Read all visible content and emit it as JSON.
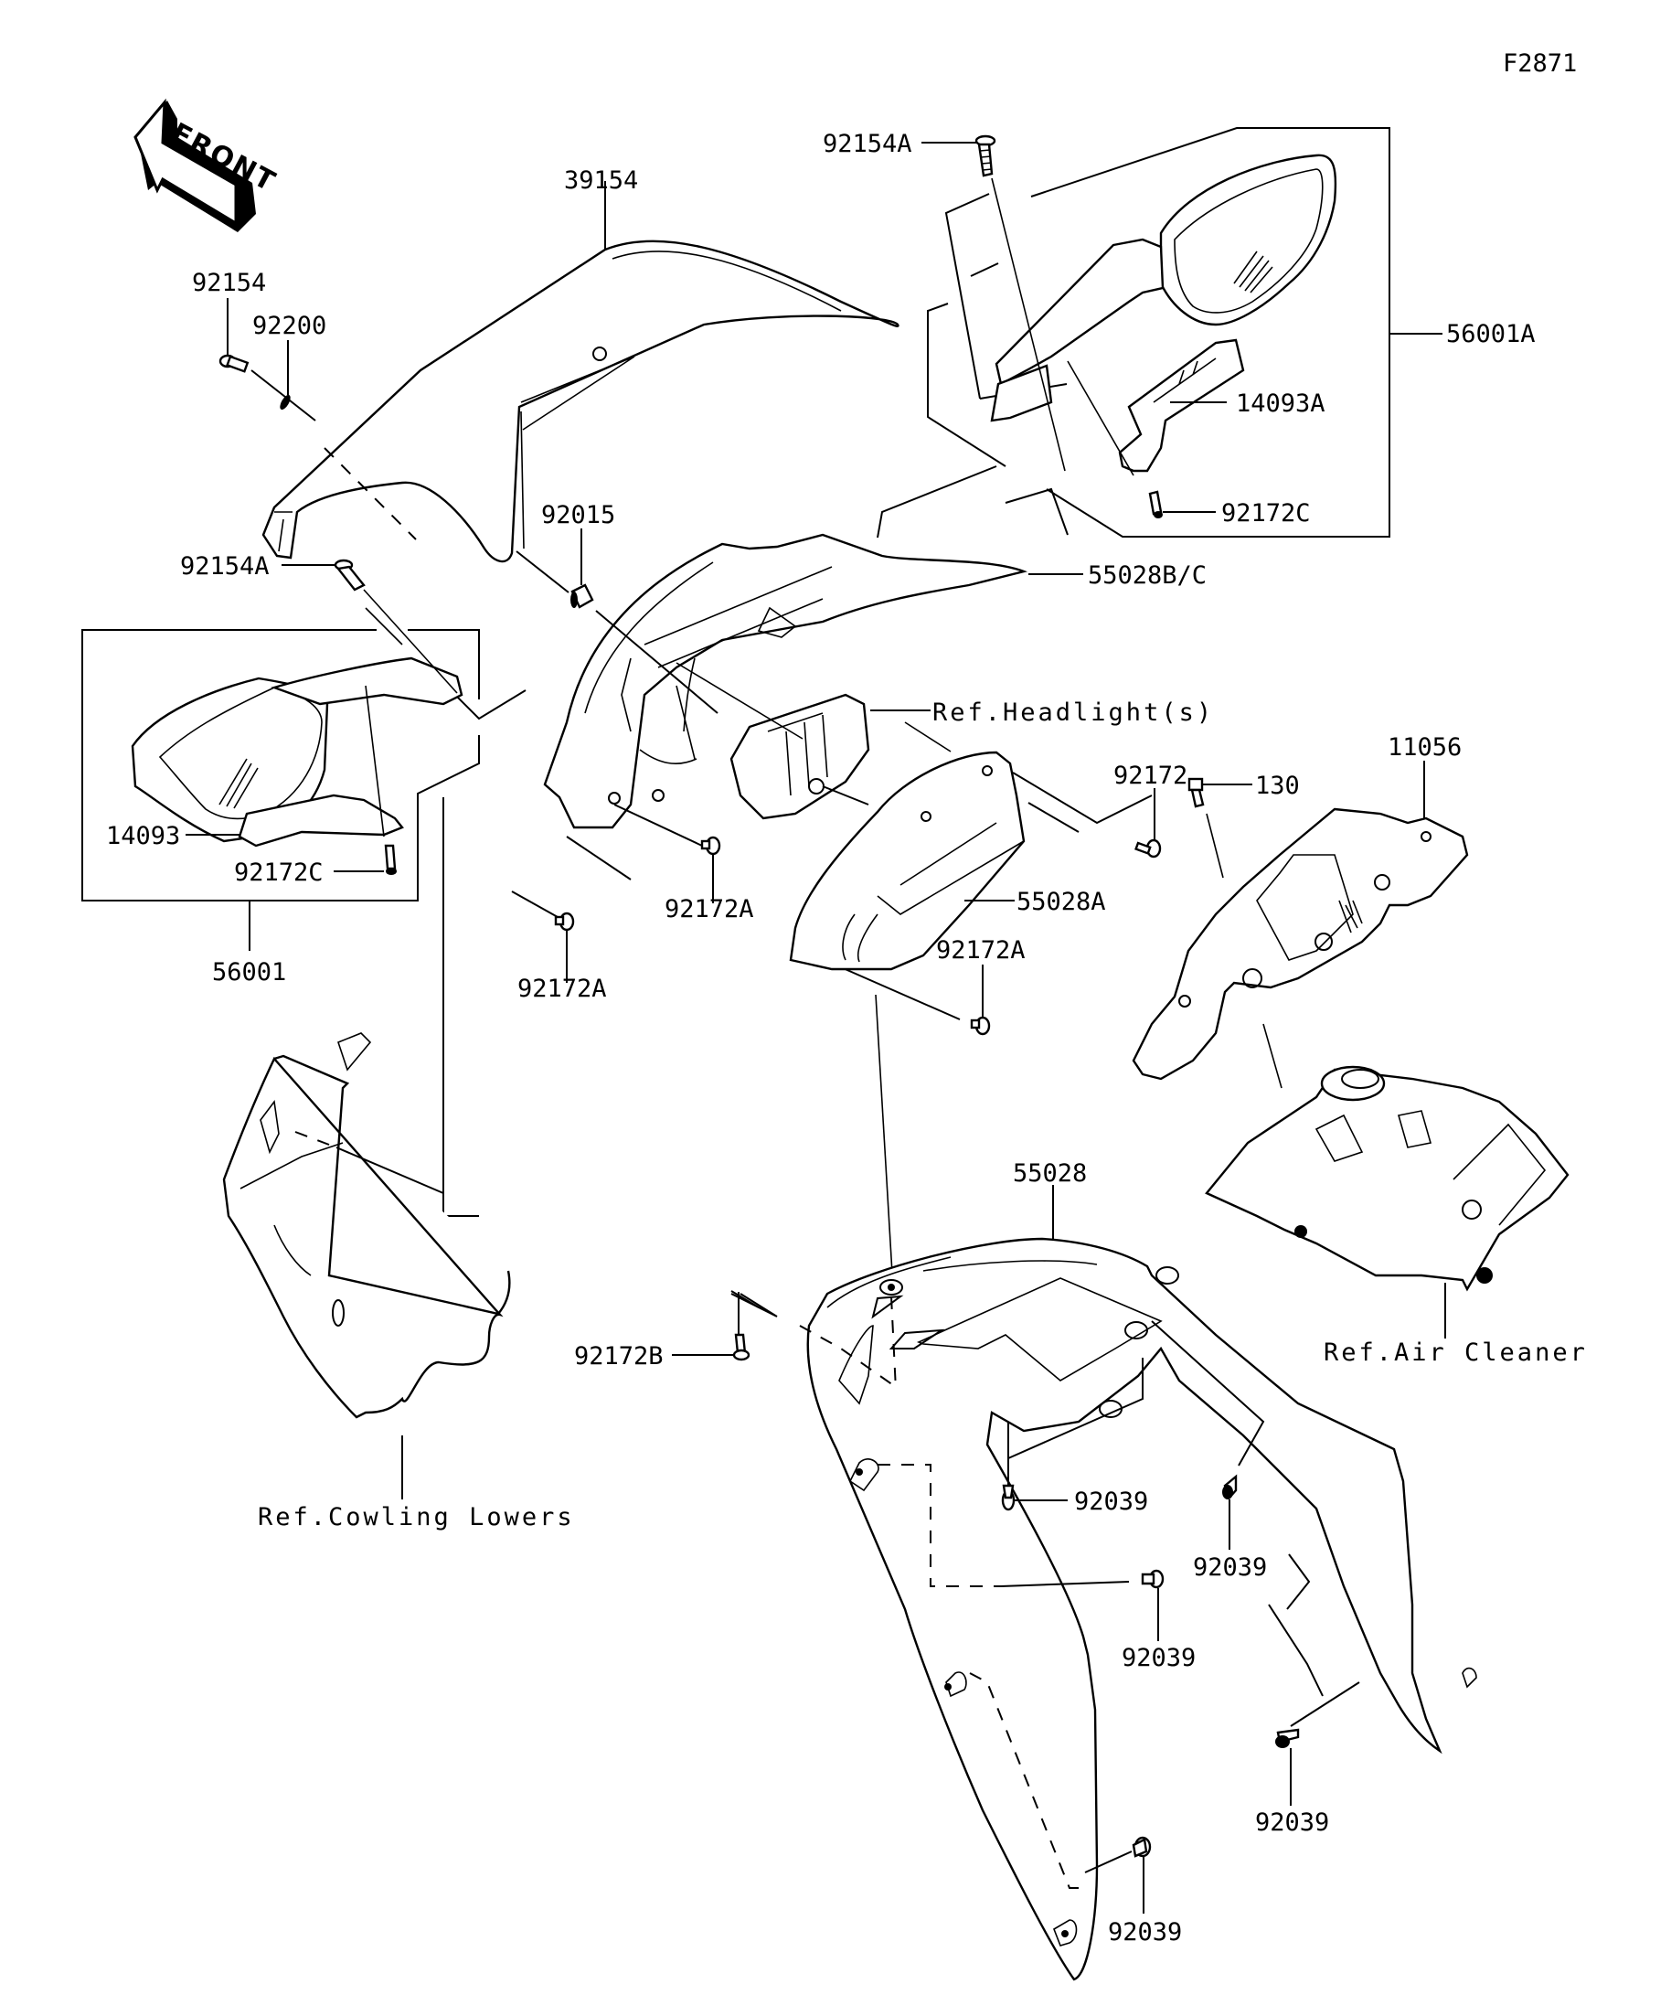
{
  "figure_id": "F2871",
  "front_indicator": {
    "text": "FRONT",
    "icon": "front-arrow-icon"
  },
  "colors": {
    "line": "#000000",
    "background": "#ffffff"
  },
  "parts": {
    "windshield": {
      "part_no": "39154"
    },
    "bolt_92154": {
      "part_no": "92154"
    },
    "washer_92200": {
      "part_no": "92200"
    },
    "bolt_92154A_top": {
      "part_no": "92154A"
    },
    "mirror_assembly_right": {
      "part_no": "56001A"
    },
    "stay_14093A": {
      "part_no": "14093A"
    },
    "screw_92172C_right": {
      "part_no": "92172C"
    },
    "grommet_92015": {
      "part_no": "92015"
    },
    "upper_cowl_55028BC": {
      "part_no": "55028B/C"
    },
    "bolt_92154A_left": {
      "part_no": "92154A"
    },
    "mirror_assembly_left": {
      "part_no": "56001"
    },
    "stay_14093": {
      "part_no": "14093"
    },
    "screw_92172C_left": {
      "part_no": "92172C"
    },
    "screw_92172A_1": {
      "part_no": "92172A"
    },
    "screw_92172A_2": {
      "part_no": "92172A"
    },
    "screw_92172A_3": {
      "part_no": "92172A"
    },
    "inner_cover_55028A": {
      "part_no": "55028A"
    },
    "screw_92172": {
      "part_no": "92172"
    },
    "bolt_130": {
      "part_no": "130"
    },
    "bracket_11056": {
      "part_no": "11056"
    },
    "side_cowl_55028": {
      "part_no": "55028"
    },
    "screw_92172B": {
      "part_no": "92172B"
    },
    "rivet_92039_1": {
      "part_no": "92039"
    },
    "rivet_92039_2": {
      "part_no": "92039"
    },
    "rivet_92039_3": {
      "part_no": "92039"
    },
    "rivet_92039_4": {
      "part_no": "92039"
    },
    "rivet_92039_5": {
      "part_no": "92039"
    }
  },
  "references": {
    "headlight": "Ref.Headlight(s)",
    "air_cleaner": "Ref.Air Cleaner",
    "cowling_lowers": "Ref.Cowling Lowers"
  }
}
